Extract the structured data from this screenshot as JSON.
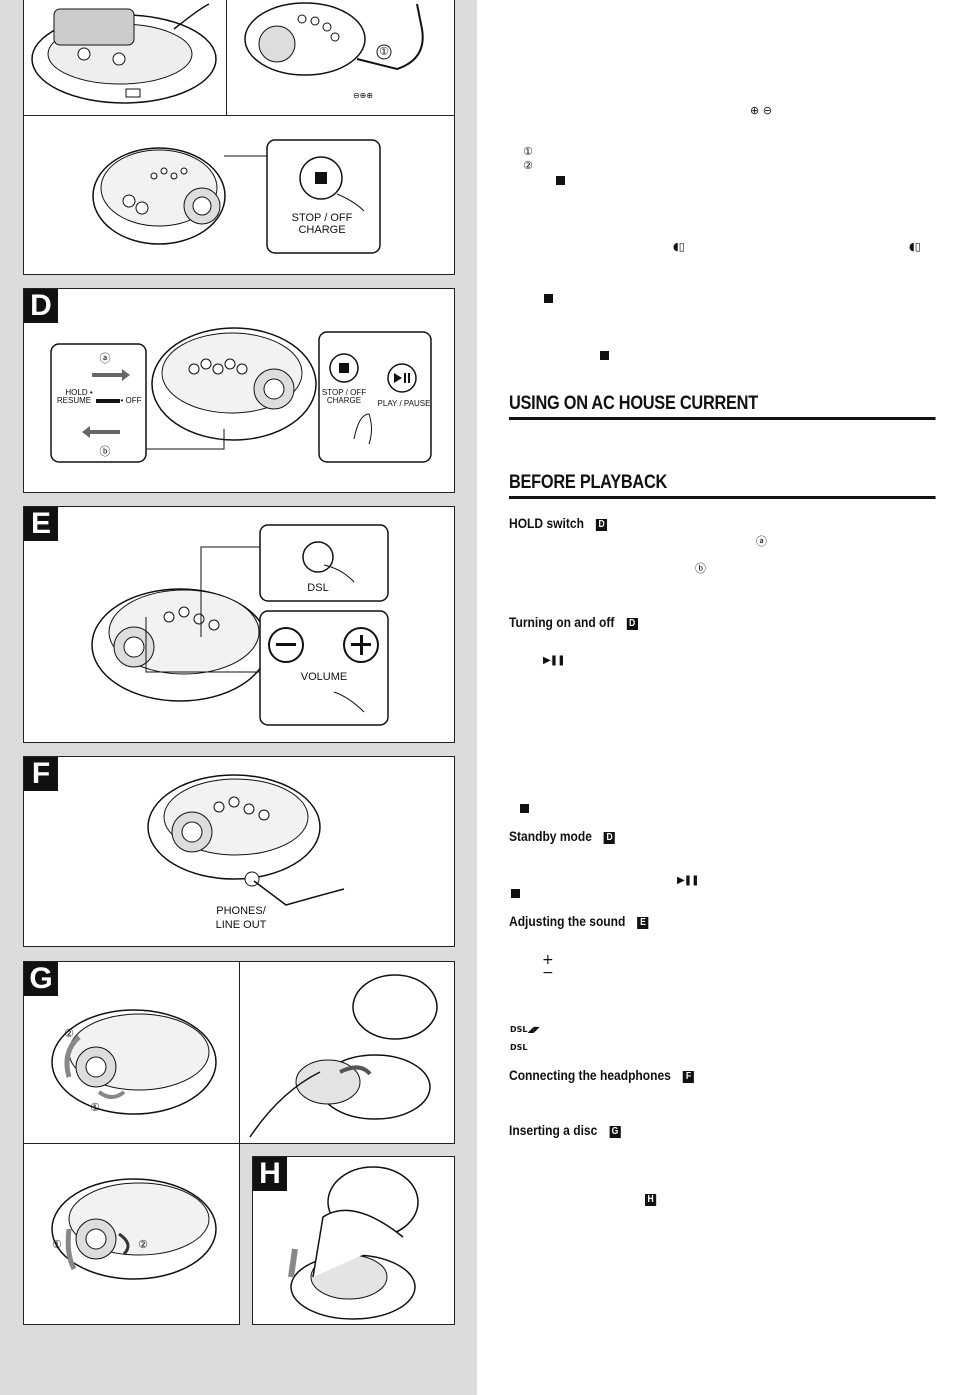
{
  "panels": {
    "c_label_stop": "STOP / OFF",
    "c_label_charge": "CHARGE",
    "c_step1": "①",
    "c_polarity": "⊖⊕⊕",
    "d_tag": "D",
    "d_a": "ⓐ",
    "d_b": "ⓑ",
    "d_hold": "HOLD •",
    "d_resume": "RESUME",
    "d_off": "• OFF",
    "d_stop": "STOP / OFF",
    "d_charge": "CHARGE",
    "d_play": "PLAY / PAUSE",
    "e_tag": "E",
    "e_dsl": "DSL",
    "e_volume": "VOLUME",
    "f_tag": "F",
    "f_phones": "PHONES/",
    "f_lineout": "LINE OUT",
    "g_tag": "G",
    "g_2": "②",
    "g_1": "①",
    "g2_1": "①",
    "g2_2": "②",
    "h_tag": "H"
  },
  "text": {
    "plus_minus": "⊕  ⊖",
    "circ1": "①",
    "circ2": "②",
    "h_ac": "USING ON AC HOUSE CURRENT",
    "h_before": "BEFORE PLAYBACK",
    "hold_switch": "HOLD switch",
    "hold_ref": "D",
    "hold_a": "ⓐ",
    "hold_b": "ⓑ",
    "turning": "Turning on and off",
    "turning_ref": "D",
    "play_sym": "▶❚❚",
    "standby": "Standby mode",
    "standby_ref": "D",
    "adjust": "Adjusting the sound",
    "adjust_ref": "E",
    "plus": "+",
    "minus": "−",
    "dsl1": "DSL",
    "dsl2": "DSL",
    "headphones": "Connecting the headphones",
    "headphones_ref": "F",
    "inserting": "Inserting a disc",
    "inserting_ref": "G",
    "h_ref": "H"
  }
}
